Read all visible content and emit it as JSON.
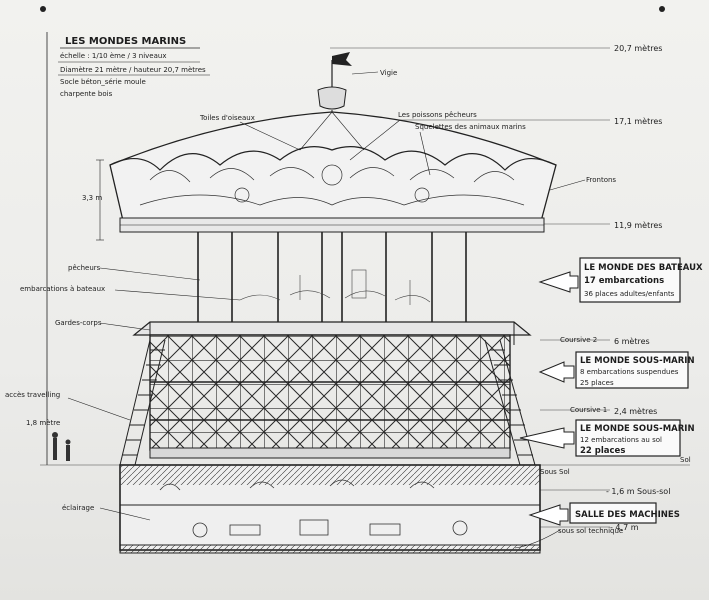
{
  "header": {
    "title": "LES MONDES MARINS",
    "lines": [
      "échelle : 1/10 ème / 3 niveaux",
      "Diamètre 21 mètre / hauteur 20,7 mètres",
      "Socle béton_série moule",
      "charpente bois"
    ]
  },
  "labels": {
    "vigie": "Vigie",
    "toiles": "Toiles d'oiseaux",
    "poissons": "Les poissons pêcheurs",
    "squelettes": "Squelettes des animaux marins",
    "frontons": "Frontons",
    "pecheurs": "pêcheurs",
    "embarcations": "embarcations à bateaux",
    "gardecorps": "Gardes-corps",
    "coursive2": "Coursive 2",
    "coursive1": "Coursive 1",
    "acces": "accès travelling",
    "echelle_homme": "1,8 mètre",
    "sol": "Sol",
    "soussol_lbl": "Sous Sol",
    "eclairage": "éclairage",
    "soussol_tech": "sous sol technique"
  },
  "heights": {
    "h1": "20,7 mètres",
    "h2": "17,1 mètres",
    "h3": "11,9 mètres",
    "h4": "6 mètres",
    "h5": "2,4 mètres",
    "h6": "- 1,6 m Sous-sol",
    "h7": "- 4,7 m",
    "dim33": "3,3 m"
  },
  "boxes": {
    "bateaux": [
      "LE MONDE DES BATEAUX",
      "17 embarcations",
      "36 places adultes/enfants"
    ],
    "sousmarin2": [
      "LE MONDE SOUS-MARIN",
      "8 embarcations suspendues",
      "25 places"
    ],
    "sousmarin1": [
      "LE MONDE SOUS-MARIN",
      "12 embarcations au sol",
      "22 places"
    ],
    "machines": [
      "SALLE DES MACHINES"
    ]
  }
}
